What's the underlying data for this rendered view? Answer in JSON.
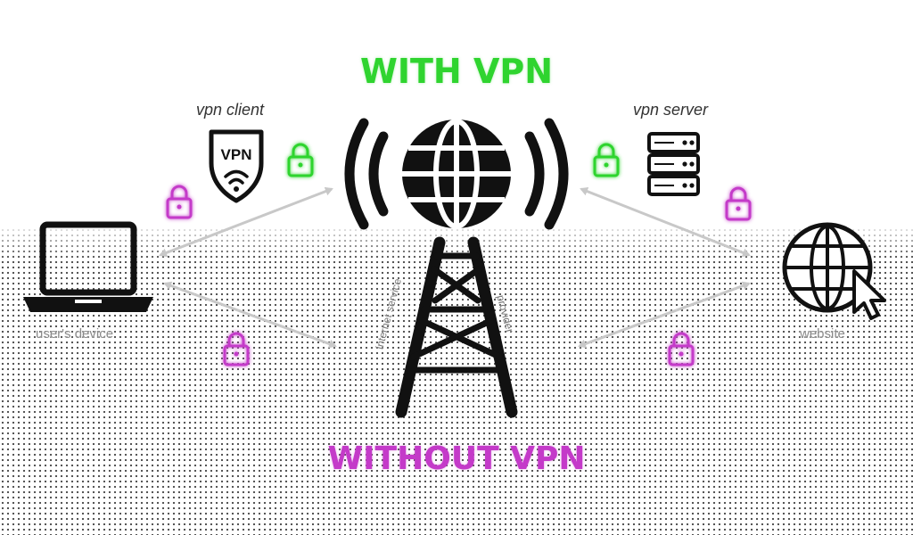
{
  "titles": {
    "with_vpn": "WITH VPN",
    "without_vpn": "WITHOUT VPN"
  },
  "labels": {
    "vpn_client": "vpn client",
    "vpn_server": "vpn server",
    "users_device": "user's device",
    "website": "website",
    "isp_left": "internet service",
    "isp_right": "provider",
    "vpn_badge": "VPN"
  },
  "colors": {
    "with_vpn": "#2fd42f",
    "without_vpn": "#c43ac9",
    "arrow": "#c8c8c8",
    "ink": "#111111"
  },
  "icons": [
    "laptop-icon",
    "vpn-shield-icon",
    "globe-broadcast-icon",
    "tower-icon",
    "server-icon",
    "globe-cursor-icon",
    "lock-icon"
  ]
}
